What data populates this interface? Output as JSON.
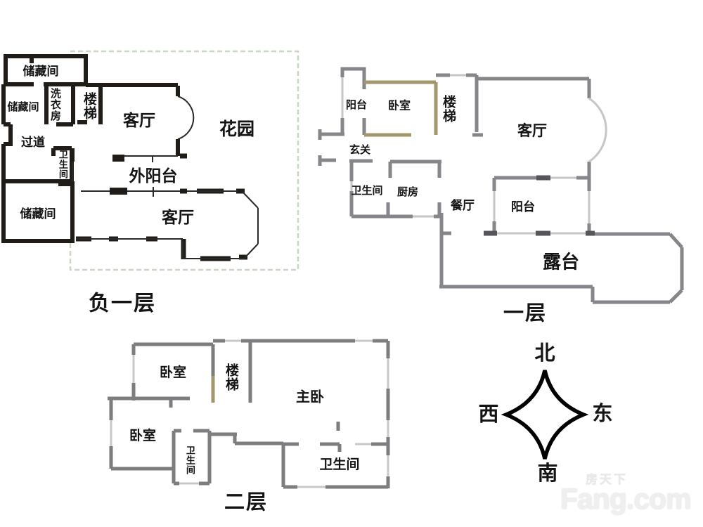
{
  "floors": {
    "basement": {
      "label": "负一层",
      "rooms": {
        "storage_top": "储藏间",
        "storage_left": "储藏间",
        "laundry": "洗衣房",
        "stairs": "楼梯",
        "living_top": "客厅",
        "garden": "花园",
        "hallway": "过道",
        "bathroom": "卫生间",
        "outer_balcony": "外阳台",
        "living_bottom": "客厅",
        "storage_bottom": "储藏间"
      }
    },
    "first": {
      "label": "一层",
      "rooms": {
        "balcony_nw": "阳台",
        "bedroom": "卧室",
        "stairs": "楼梯",
        "living": "客厅",
        "entry": "玄关",
        "bathroom": "卫生间",
        "kitchen": "厨房",
        "dining": "餐厅",
        "balcony_s": "阳台",
        "terrace": "露台"
      }
    },
    "second": {
      "label": "二层",
      "rooms": {
        "bedroom_n": "卧室",
        "stairs": "楼梯",
        "master": "主卧",
        "bedroom_w": "卧室",
        "bathroom_small": "卫生间",
        "bathroom_e": "卫生间"
      }
    }
  },
  "compass": {
    "north": "北",
    "west": "西",
    "east": "东",
    "south": "南"
  },
  "watermark": {
    "brand_cn": "房天下",
    "brand_en": "Fang.com"
  },
  "colors": {
    "basement_wall": "#201c18",
    "upper_wall_gray": "#85858a",
    "accent_tan": "#a3976e",
    "garden_dash_green": "#c9d8c5",
    "window_light": "#c6c6c6",
    "watermark_gray": "#ebebeb"
  }
}
